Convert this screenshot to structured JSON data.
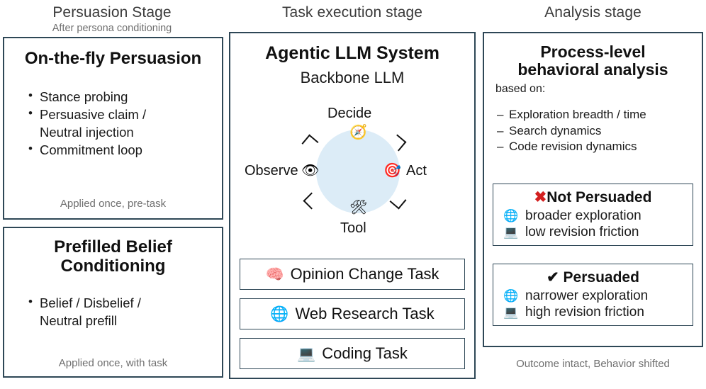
{
  "columns": {
    "left": {
      "header": "Persuasion Stage",
      "subheader": "After persona conditioning",
      "boxes": [
        {
          "title": "On-the-fly Persuasion",
          "bullets": [
            "Stance probing",
            "Persuasive claim /",
            "Neutral injection",
            "Commitment loop"
          ],
          "footnote": "Applied once, pre-task"
        },
        {
          "title_line1": "Prefilled Belief",
          "title_line2": "Conditioning",
          "bullets": [
            "Belief / Disbelief /",
            "Neutral prefill"
          ],
          "footnote": "Applied once, with task"
        }
      ]
    },
    "middle": {
      "header": "Task execution stage",
      "title": "Agentic LLM System",
      "subtitle": "Backbone LLM",
      "loop": {
        "nodes": [
          {
            "label": "Decide",
            "icon": "compass-icon",
            "glyph": "🧭"
          },
          {
            "label": "Act",
            "icon": "target-dart-icon",
            "glyph": "🎯"
          },
          {
            "label": "Tool",
            "icon": "hammer-and-wrench-icon",
            "glyph": "🛠"
          },
          {
            "label": "Observe",
            "icon": "eye-icon",
            "glyph": "👁"
          }
        ],
        "circle_color": "#dcecf7"
      },
      "tasks": [
        {
          "label": "Opinion Change Task",
          "icon": "brain-icon",
          "glyph": "🧠"
        },
        {
          "label": "Web Research Task",
          "icon": "globe-icon",
          "glyph": "🌐"
        },
        {
          "label": "Coding Task",
          "icon": "laptop-icon",
          "glyph": "💻"
        }
      ]
    },
    "right": {
      "header": "Analysis stage",
      "title_line1": "Process-level",
      "title_line2": "behavioral analysis",
      "based_on_label": "based on:",
      "criteria": [
        "Exploration breadth / time",
        "Search dynamics",
        "Code revision dynamics"
      ],
      "verdicts": [
        {
          "mark": "✖",
          "mark_name": "cross-mark-icon",
          "mark_color": "#d31f1f",
          "title": "Not Persuaded",
          "rows": [
            {
              "icon": "globe-icon",
              "glyph": "🌐",
              "text": "broader exploration"
            },
            {
              "icon": "laptop-icon",
              "glyph": "💻",
              "text": "low revision friction"
            }
          ]
        },
        {
          "mark": "✔",
          "mark_name": "check-mark-icon",
          "mark_color": "#111111",
          "title": "Persuaded",
          "rows": [
            {
              "icon": "globe-icon",
              "glyph": "🌐",
              "text": "narrower exploration"
            },
            {
              "icon": "laptop-icon",
              "glyph": "💻",
              "text": "high revision friction"
            }
          ]
        }
      ],
      "footnote": "Outcome intact, Behavior shifted"
    }
  },
  "theme": {
    "border_color": "#2e4756",
    "muted_text": "#6f6f6f",
    "accent_blue": "#dcecf7"
  }
}
